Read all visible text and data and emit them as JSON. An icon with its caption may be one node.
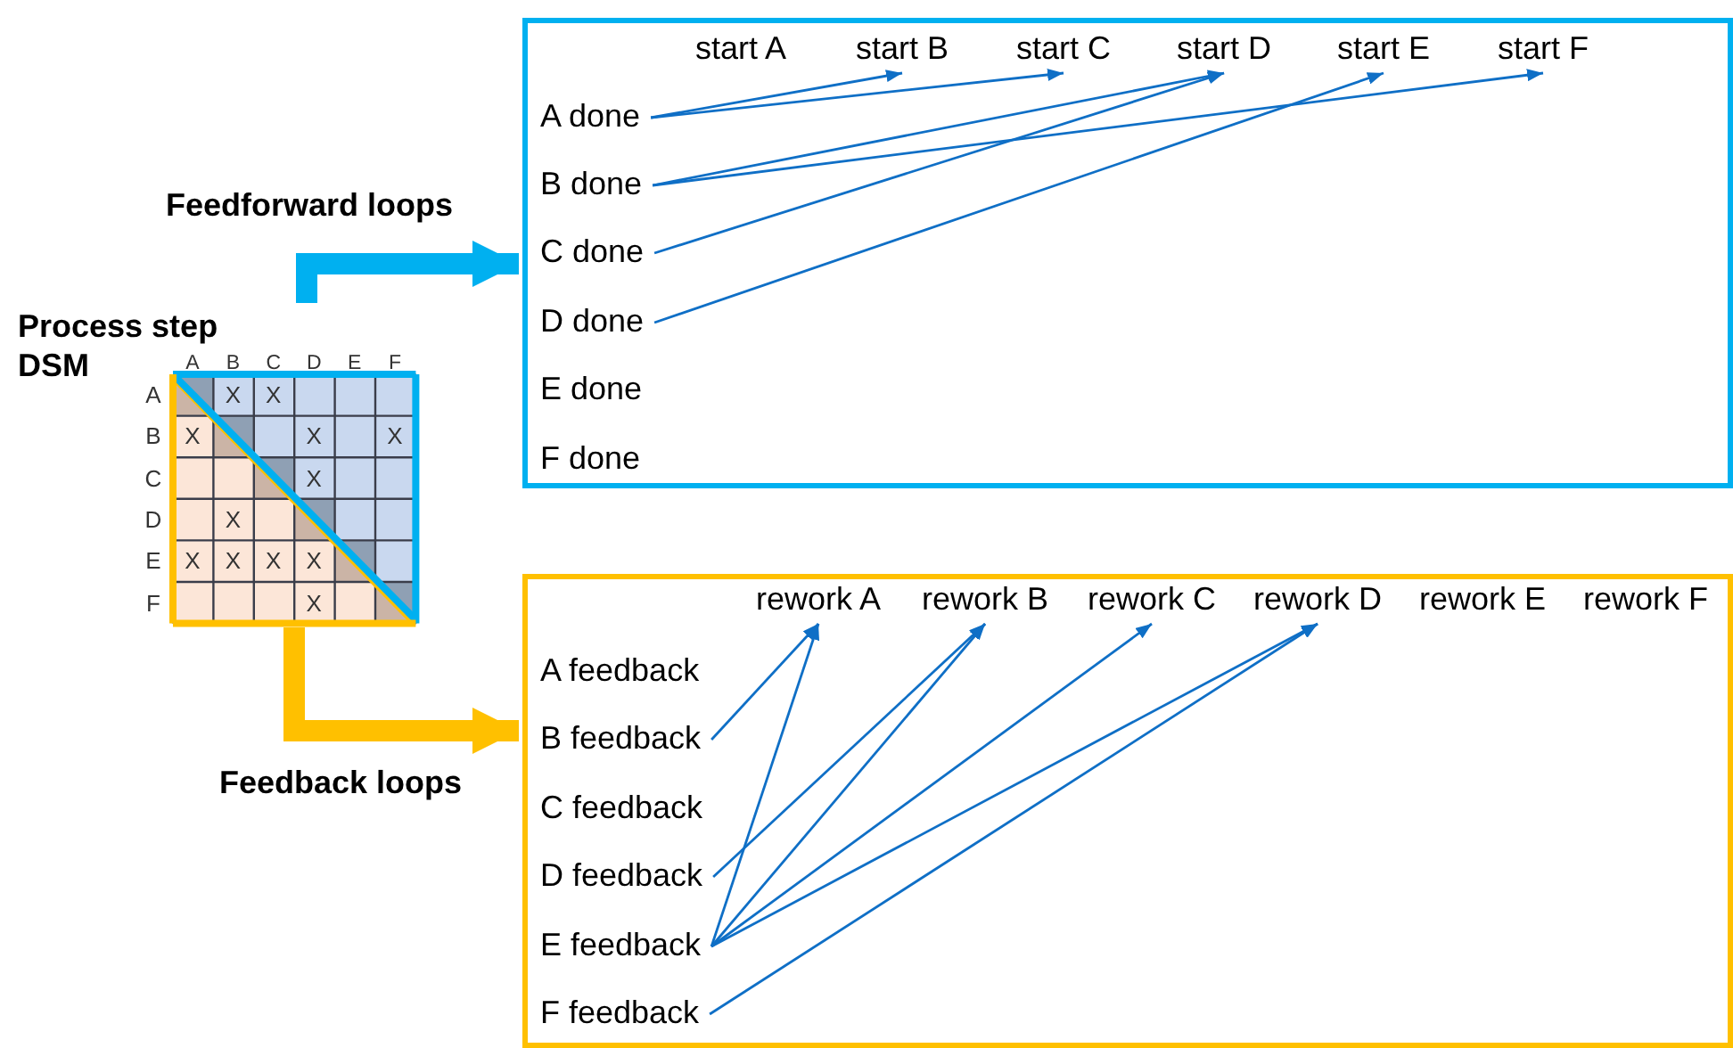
{
  "diagram": {
    "nodes": [
      {
        "text": [
          "Process step DSM"
        ]
      },
      {
        "text": [],
        "shape": "box"
      },
      {
        "text": [
          "start A"
        ],
        "in": 1
      },
      {
        "text": [
          "start B"
        ],
        "in": 1
      },
      {
        "text": [
          "start C"
        ],
        "in": 1
      },
      {
        "text": [
          "start D"
        ],
        "in": 1
      },
      {
        "text": [
          "start E"
        ],
        "in": 1
      },
      {
        "text": [
          "start F"
        ],
        "in": 1
      },
      {
        "text": [
          "A done"
        ],
        "in": 1
      },
      {
        "text": [
          "B done"
        ],
        "in": 1
      },
      {
        "text": [
          "C done"
        ],
        "in": 1
      },
      {
        "text": [
          "D done"
        ],
        "in": 1
      },
      {
        "text": [
          "E done"
        ],
        "in": 1
      },
      {
        "text": [
          "F done"
        ],
        "in": 1
      },
      {
        "text": [],
        "shape": "box"
      },
      {
        "text": [
          "rework A"
        ],
        "in": 14
      },
      {
        "text": [
          "rework B"
        ],
        "in": 14
      },
      {
        "text": [
          "rework C"
        ],
        "in": 14
      },
      {
        "text": [
          "rework D"
        ],
        "in": 14
      },
      {
        "text": [
          "rework E"
        ],
        "in": 14
      },
      {
        "text": [
          "rework F"
        ],
        "in": 14
      },
      {
        "text": [
          "A feedback"
        ],
        "in": 14
      },
      {
        "text": [
          "B feedback"
        ],
        "in": 14
      },
      {
        "text": [
          "C feedback"
        ],
        "in": 14
      },
      {
        "text": [
          "D feedback"
        ],
        "in": 14
      },
      {
        "text": [
          "E feedback"
        ],
        "in": 14
      },
      {
        "text": [
          "F feedback"
        ],
        "in": 14
      }
    ],
    "edges": [
      {
        "from": 0,
        "to": 1,
        "arrow": "to",
        "label": "Feedforward loops",
        "style": "thick",
        "color": "#00b0f0"
      },
      {
        "from": 0,
        "to": 14,
        "arrow": "to",
        "label": "Feedback loops",
        "style": "thick",
        "color": "#ffc000"
      },
      {
        "from": 8,
        "to": 3,
        "arrow": "to"
      },
      {
        "from": 8,
        "to": 4,
        "arrow": "to"
      },
      {
        "from": 9,
        "to": 5,
        "arrow": "to"
      },
      {
        "from": 9,
        "to": 7,
        "arrow": "to"
      },
      {
        "from": 10,
        "to": 5,
        "arrow": "to"
      },
      {
        "from": 11,
        "to": 6,
        "arrow": "to"
      },
      {
        "from": 22,
        "to": 15,
        "arrow": "to"
      },
      {
        "from": 24,
        "to": 16,
        "arrow": "to"
      },
      {
        "from": 25,
        "to": 15,
        "arrow": "to"
      },
      {
        "from": 25,
        "to": 16,
        "arrow": "to"
      },
      {
        "from": 25,
        "to": 17,
        "arrow": "to"
      },
      {
        "from": 25,
        "to": 18,
        "arrow": "to"
      },
      {
        "from": 26,
        "to": 18,
        "arrow": "to"
      }
    ],
    "labels": [
      "A",
      "B",
      "C",
      "D",
      "E",
      "F",
      "A",
      "X",
      "X",
      "B",
      "X",
      "X",
      "X",
      "C",
      "X",
      "D",
      "X",
      "E",
      "X",
      "X",
      "X",
      "X",
      "F",
      "X"
    ]
  }
}
